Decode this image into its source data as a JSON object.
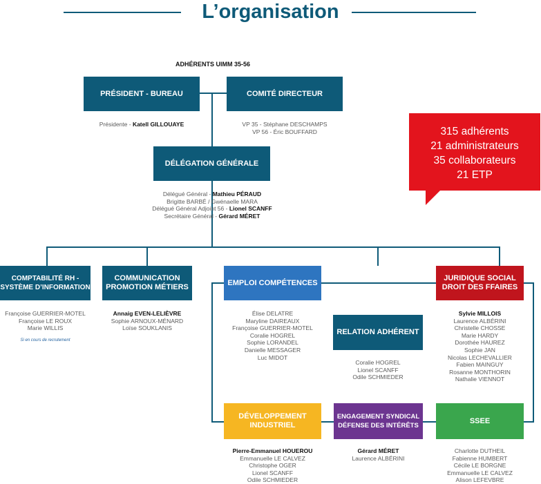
{
  "title": "L’organisation",
  "adherents_label": "ADHÉRENTS UIMM 35-56",
  "stats": [
    "315 adhérents",
    "21 administrateurs",
    "35 collaborateurs",
    "21 ETP"
  ],
  "colors": {
    "teal": "#0e5a78",
    "blue": "#2e75c0",
    "red": "#c0151d",
    "yellow": "#f6b622",
    "purple": "#6c3590",
    "green": "#3aa64d",
    "bubble": "#e3141d"
  },
  "boxes": {
    "president": [
      "PRÉSIDENT - BUREAU"
    ],
    "comite": [
      "COMITÉ DIRECTEUR"
    ],
    "delegation": [
      "DÉLÉGATION GÉNÉRALE"
    ],
    "compta": [
      "COMPTABILITÉ RH -",
      "SYSTÈME D’INFORMATION"
    ],
    "communication": [
      "COMMUNICATION",
      "PROMOTION MÉTIERS"
    ],
    "emploi": [
      "EMPLOI COMPÉTENCES"
    ],
    "juridique": [
      "JURIDIQUE SOCIAL",
      "DROIT DES FFAIRES"
    ],
    "relation": [
      "RELATION ADHÉRENT"
    ],
    "developpement": [
      "DÉVELOPPEMENT",
      "INDUSTRIEL"
    ],
    "engagement": [
      "ENGAGEMENT SYNDICAL",
      "DÉFENSE DES INTÉRÊTS"
    ],
    "ssee": [
      "SSEE"
    ]
  },
  "people": {
    "president": [
      {
        "pre": "Présidente - ",
        "bold": "Katell GILLOUAYE"
      }
    ],
    "comite": [
      {
        "pre": "VP 35 - Stéphane DESCHAMPS"
      },
      {
        "pre": "VP 56 - Éric BOUFFARD"
      }
    ],
    "delegation": [
      {
        "pre": "Délégué Général - ",
        "bold": "Mathieu PÉRAUD"
      },
      {
        "pre": "Brigitte BARBÉ / Gwénaelle MARA"
      },
      {
        "pre": "Délégué Général Adjoint 56 - ",
        "bold": "Lionel SCANFF"
      },
      {
        "pre": "Secrétaire Général - ",
        "bold": "Gérard MÉRET"
      }
    ],
    "compta": [
      {
        "pre": "Françoise GUERRIER-MOTEL"
      },
      {
        "pre": "Françoise LE ROUX"
      },
      {
        "pre": "Marie WILLIS"
      },
      {
        "spacer": true
      },
      {
        "note": "Si en cours de recrutement"
      }
    ],
    "communication": [
      {
        "bold": "Annaig EVEN-LELIÈVRE"
      },
      {
        "pre": "Sophie ARNOUX-MÉNARD"
      },
      {
        "pre": "Loïse SOUKLANIS"
      }
    ],
    "emploi": [
      {
        "pre": "Élise DELATRE"
      },
      {
        "pre": "Maryline DAIREAUX"
      },
      {
        "pre": "Françoise GUERRIER-MOTEL"
      },
      {
        "pre": "Coralie HOGREL"
      },
      {
        "pre": "Sophie LORANDEL"
      },
      {
        "pre": "Danielle MESSAGER"
      },
      {
        "pre": "Luc MIDOT"
      }
    ],
    "juridique": [
      {
        "bold": "Sylvie MILLOIS"
      },
      {
        "pre": "Laurence ALBÉRINI"
      },
      {
        "pre": "Christelle CHOSSE"
      },
      {
        "pre": "Marie HARDY"
      },
      {
        "pre": "Dorothée HAUREZ"
      },
      {
        "pre": "Sophie JAN"
      },
      {
        "pre": "Nicolas LECHEVALLIER"
      },
      {
        "pre": "Fabien MAINGUY"
      },
      {
        "pre": "Rosanne MONTHORIN"
      },
      {
        "pre": "Nathalie VIENNOT"
      }
    ],
    "relation": [
      {
        "pre": "Coralie HOGREL"
      },
      {
        "pre": "Lionel SCANFF"
      },
      {
        "pre": "Odile SCHMIEDER"
      }
    ],
    "developpement": [
      {
        "bold": "Pierre-Emmanuel HOUEROU"
      },
      {
        "pre": "Emmanuelle LE CALVEZ"
      },
      {
        "pre": "Christophe OGER"
      },
      {
        "pre": "Lionel SCANFF"
      },
      {
        "pre": "Odile SCHMIEDER"
      }
    ],
    "engagement": [
      {
        "bold": "Gérard MÉRET"
      },
      {
        "pre": "Laurence ALBÉRINI"
      }
    ],
    "ssee": [
      {
        "pre": "Charlotte DUTHEIL"
      },
      {
        "pre": "Fabienne HUMBERT"
      },
      {
        "pre": "Cécile LE BORGNE"
      },
      {
        "pre": "Emmanuelle LE CALVEZ"
      },
      {
        "pre": "Alison LEFEVBRE"
      }
    ]
  }
}
